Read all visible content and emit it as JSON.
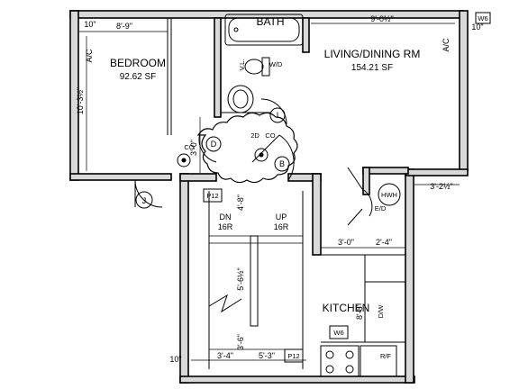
{
  "rooms": {
    "bedroom": {
      "name": "BEDROOM",
      "area": "92.62 SF"
    },
    "living": {
      "name": "LIVING/DINING RM",
      "area": "154.21 SF"
    },
    "bath": {
      "name": "BATH"
    },
    "kitchen": {
      "name": "KITCHEN"
    }
  },
  "stairs": {
    "down": {
      "dir": "DN",
      "risers": "16R"
    },
    "up": {
      "dir": "UP",
      "risers": "16R"
    }
  },
  "dimensions": {
    "bedroom_width": "8'-9\"",
    "living_width": "9'-0½\"",
    "bedroom_depth": "10'-3½\"",
    "hall_depth": "3'-0\"",
    "stair_width": "3'-4\"",
    "right_offset": "3'-2½\"",
    "kitchen_width": "3'-0\"",
    "kitchen_sub": "2'-4\"",
    "kitchen_depth": "8'-8\"",
    "stair_run": "5'-6½\"",
    "stair_lower": "3'-6\"",
    "bottom_left": "3'-4\"",
    "bottom_mid": "5'-3\"",
    "bottom_wall": "10\"",
    "top_wall_left": "10\"",
    "top_wall_right": "10\"",
    "stair_tread": "4'-8\""
  },
  "tags": {
    "ac_left": "A/C",
    "ac_right": "A/C",
    "w6_top": "W6",
    "w6_kitchen": "W6",
    "p12_left": "P12",
    "p12_bottom": "P12",
    "hwh": "HWH",
    "door_b": "B",
    "door_d": "D",
    "door_i": "I",
    "door_j": "J",
    "co_left": "CO",
    "co_right": "CO",
    "co_2d": "2D",
    "wd": "W/D",
    "dw": "D/W",
    "ref": "R/F",
    "dim_v": "V.L.",
    "ed": "E/D"
  }
}
